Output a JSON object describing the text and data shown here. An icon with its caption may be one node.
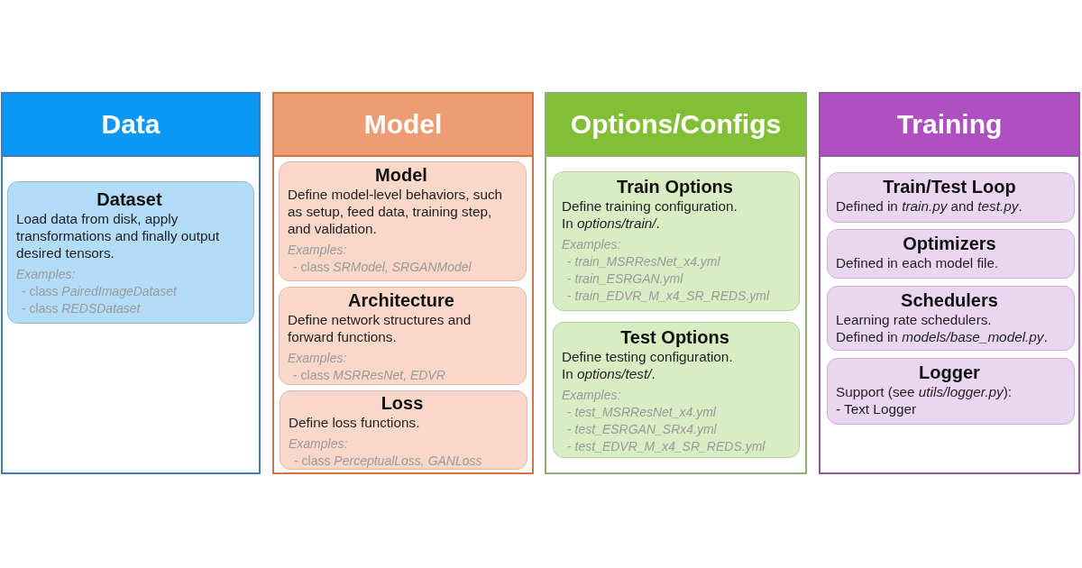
{
  "diagram": {
    "nodes": [
      {
        "text": [
          "Data"
        ]
      },
      {
        "text": [
          "Dataset",
          "Load data from disk, apply transformations and finally output desired tensors.",
          "Examples:",
          "- class *PairedImageDataset*",
          "- class *REDSDataset*"
        ],
        "in": 0
      },
      {
        "text": [
          "Model"
        ]
      },
      {
        "text": [
          "Model",
          "Define model-level behaviors, such as setup, feed data, training step, and validation.",
          "Examples:",
          "- class *SRModel, SRGANModel*"
        ],
        "in": 2
      },
      {
        "text": [
          "Architecture",
          "Define network structures and forward functions.",
          "Examples:",
          "- class *MSRResNet, EDVR*"
        ],
        "in": 2
      },
      {
        "text": [
          "Loss",
          "Define loss functions.",
          "Examples:",
          "- class *PerceptualLoss, GANLoss*"
        ],
        "in": 2
      },
      {
        "text": [
          "Options/Configs"
        ]
      },
      {
        "text": [
          "Train Options",
          "Define training configuration.",
          "In *options/train/*.",
          "Examples:",
          "- *train_MSRResNet_x4.yml*",
          "- *train_ESRGAN.yml*",
          "- *train_EDVR_M_x4_SR_REDS.yml*"
        ],
        "in": 6
      },
      {
        "text": [
          "Test Options",
          "Define testing configuration.",
          "In *options/test/*.",
          "Examples:",
          "- *test_MSRResNet_x4.yml*",
          "- *test_ESRGAN_SRx4.yml*",
          "- *test_EDVR_M_x4_SR_REDS.yml*"
        ],
        "in": 6
      },
      {
        "text": [
          "Training"
        ]
      },
      {
        "text": [
          "Train/Test Loop",
          "Defined in *train.py* and *test.py*."
        ],
        "in": 9
      },
      {
        "text": [
          "Optimizers",
          "Defined in each model file."
        ],
        "in": 9
      },
      {
        "text": [
          "Schedulers",
          "Learning rate schedulers.",
          "Defined in *models/base_model.py*."
        ],
        "in": 9
      },
      {
        "text": [
          "Logger",
          "Support (see *utils/logger.py*):",
          "- Text Logger"
        ],
        "in": 9
      }
    ]
  }
}
